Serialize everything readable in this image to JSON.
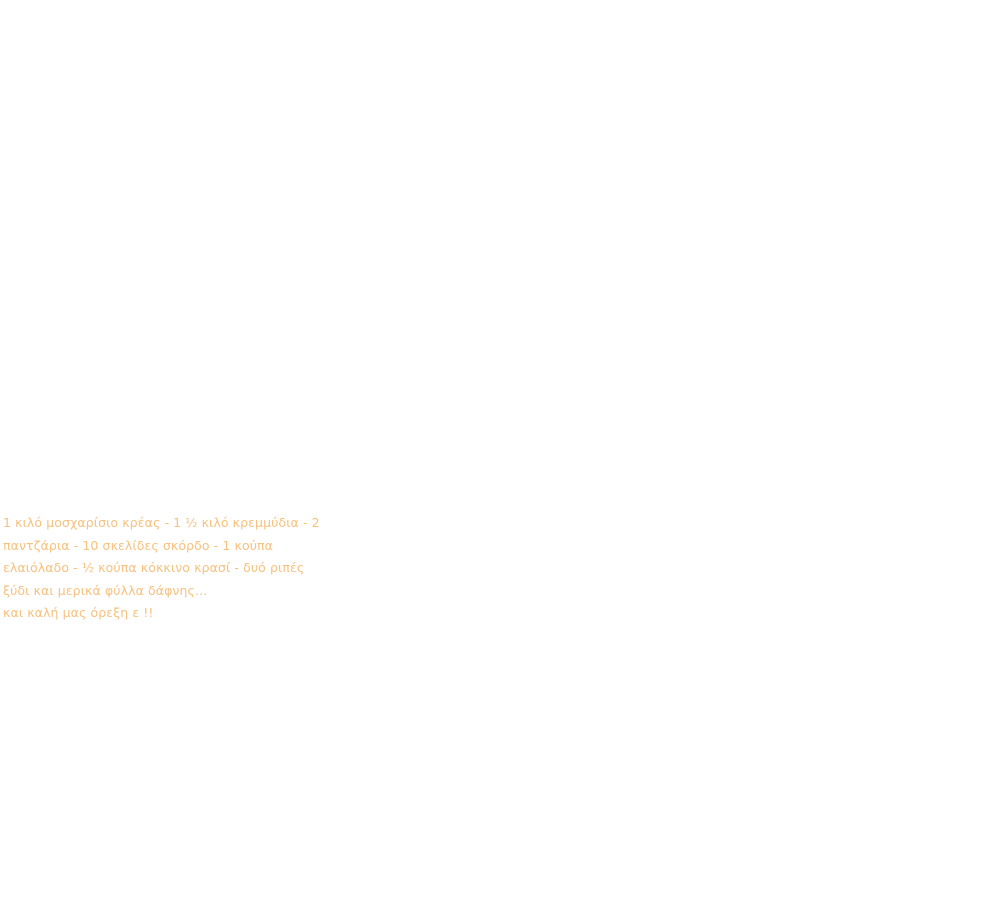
{
  "recipe": {
    "lines": [
      "1 κιλό μοσχαρίσιο κρέας - 1 ½ κιλό κρεμμύδια - 2",
      "παντζάρια - 10 σκελίδες σκόρδο - 1 κούπα",
      "ελαιόλαδο - ½ κούπα κόκκινο κρασί - δυό ριπές",
      "ξύδι και μερικά φύλλα δάφνης…",
      "και καλή μας όρεξη ε !!"
    ]
  },
  "colors": {
    "text": "#f7c17e",
    "background": "#ffffff"
  }
}
